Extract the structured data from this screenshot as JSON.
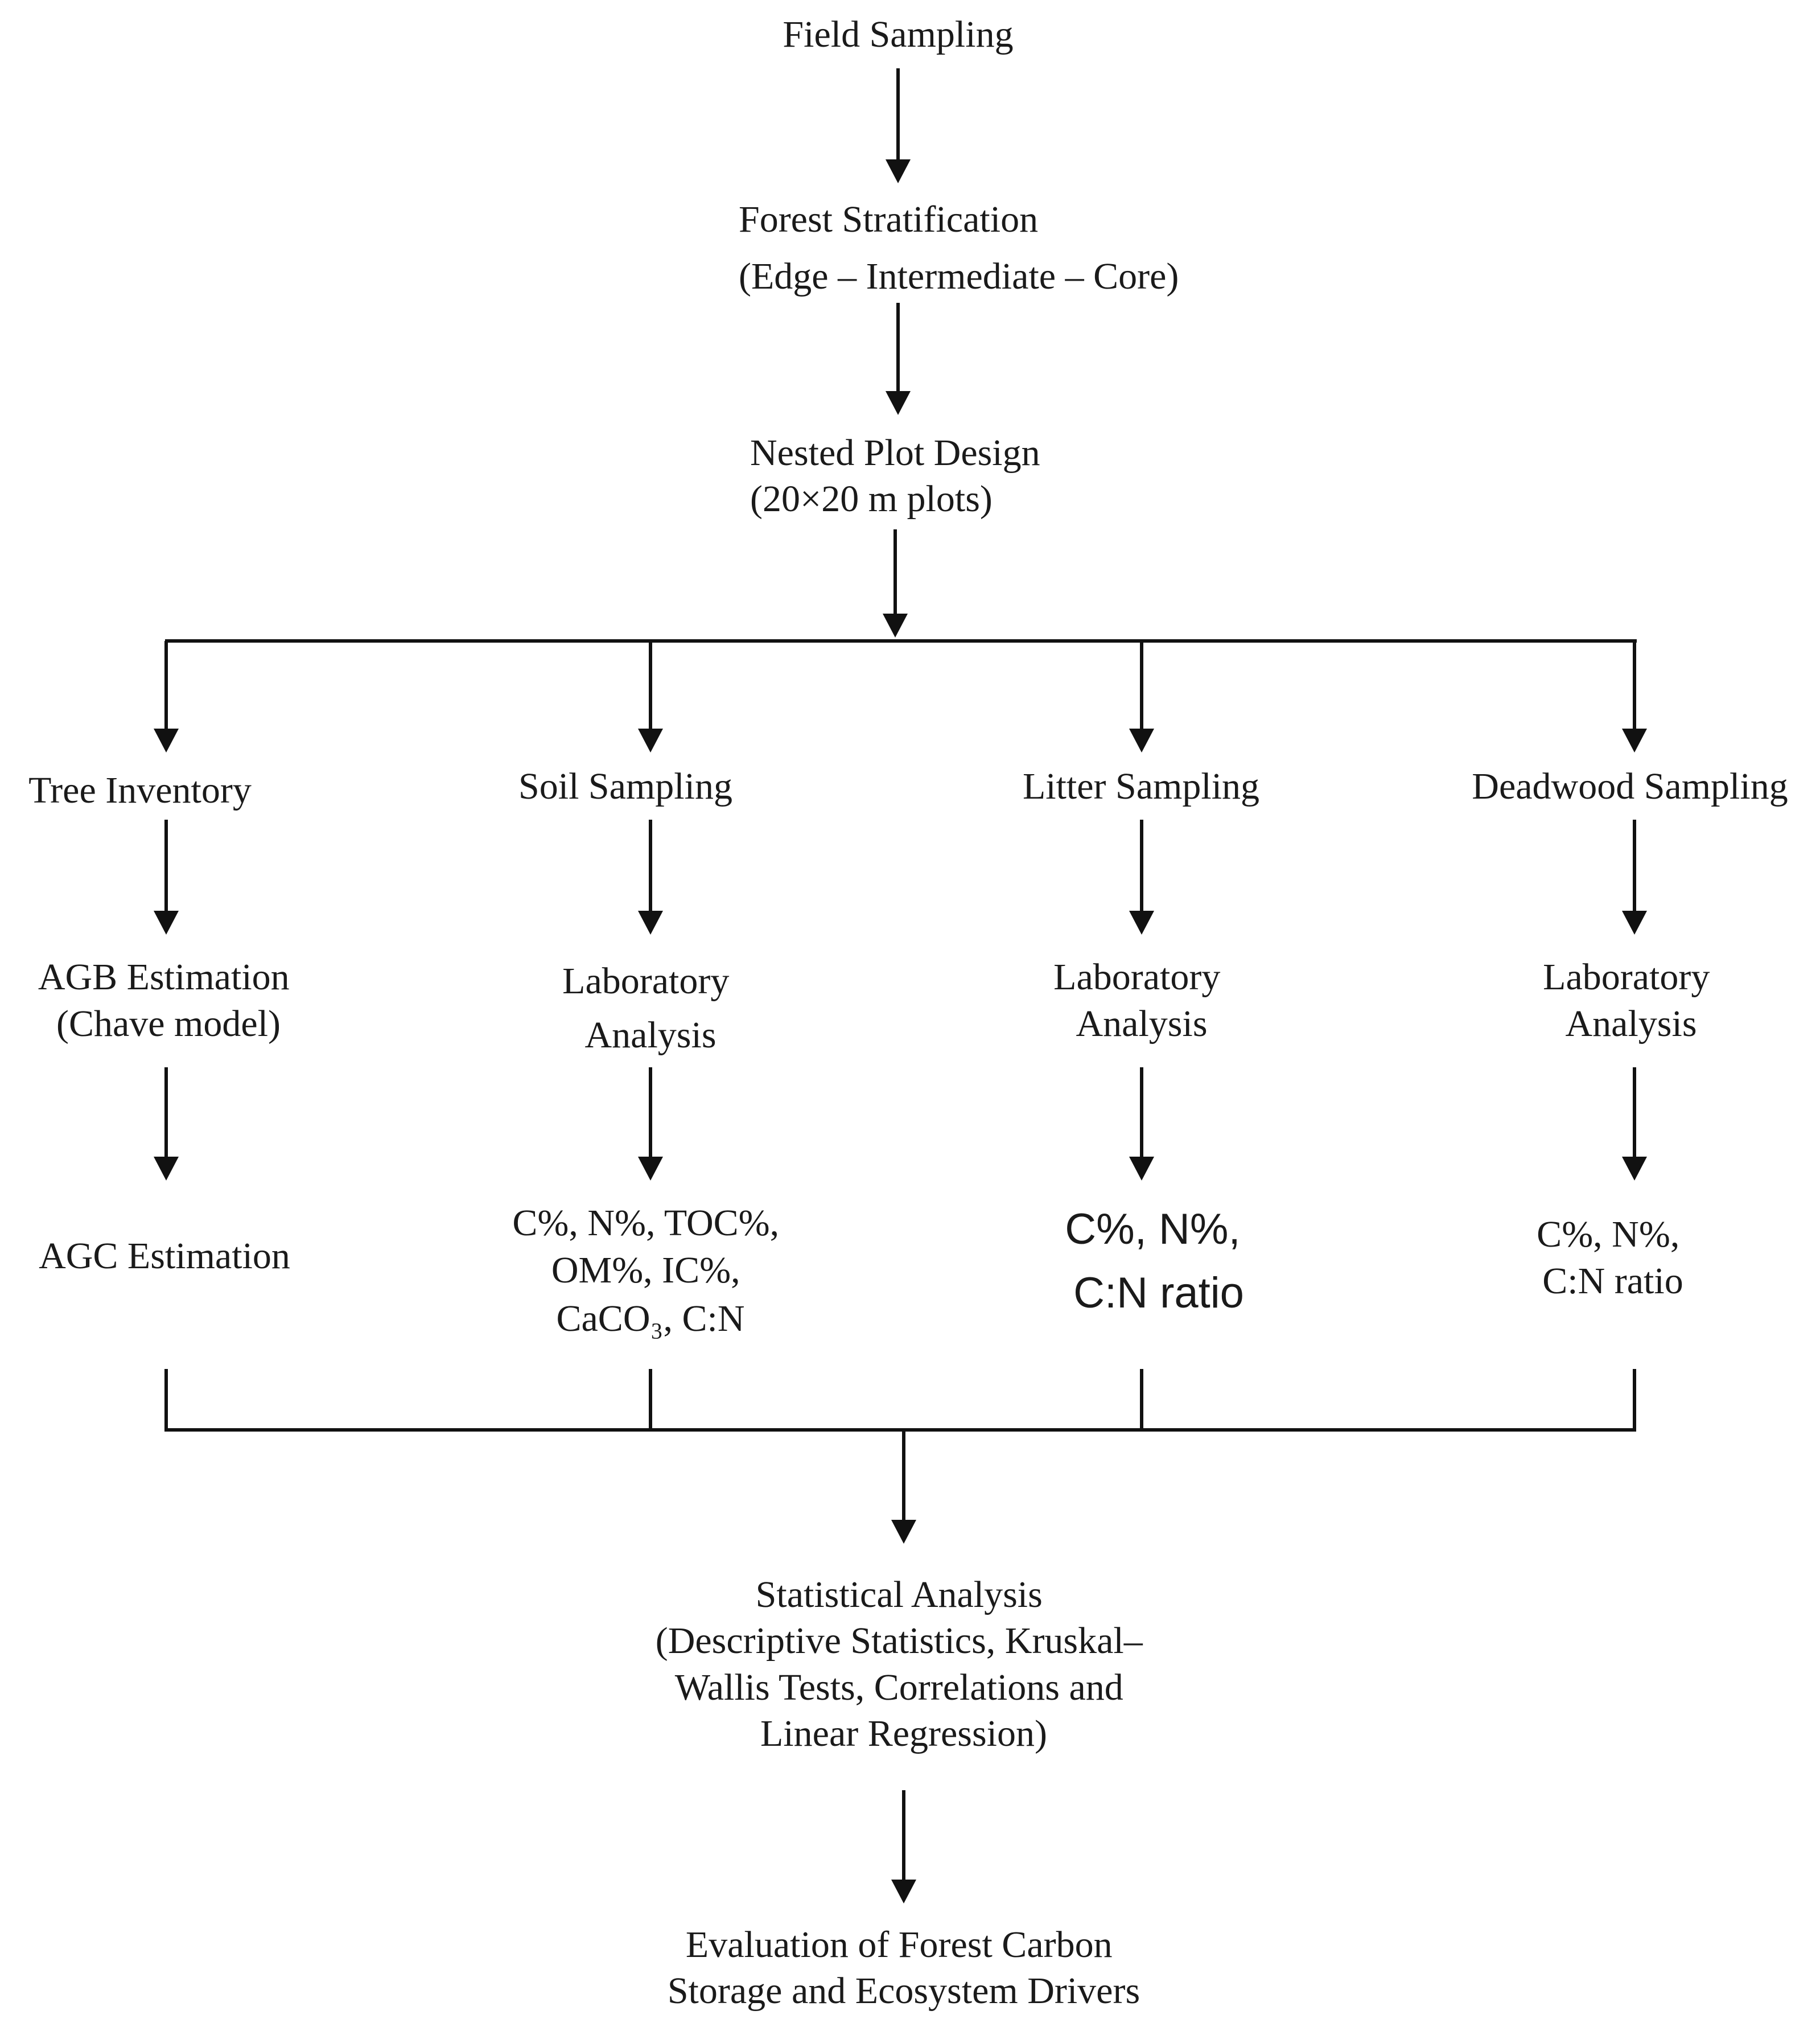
{
  "nodes": {
    "field_sampling": [
      "Field Sampling"
    ],
    "forest_stratification": [
      "Forest Stratification",
      "(Edge – Intermediate – Core)"
    ],
    "nested_plot": [
      "Nested Plot Design",
      "(20×20 m plots)"
    ],
    "tree_inventory": [
      "Tree Inventory"
    ],
    "soil_sampling": [
      "Soil Sampling"
    ],
    "litter_sampling": [
      "Litter Sampling"
    ],
    "deadwood_sampling": [
      "Deadwood Sampling"
    ],
    "agb_estimation": [
      "AGB Estimation",
      "(Chave model)"
    ],
    "soil_lab": [
      "Laboratory",
      "Analysis"
    ],
    "litter_lab": [
      "Laboratory",
      "Analysis"
    ],
    "deadwood_lab": [
      "Laboratory",
      "Analysis"
    ],
    "agc_estimation": [
      "AGC Estimation"
    ],
    "soil_params": [
      "C%, N%, TOC%,",
      "OM%, IC%,",
      "CaCO₃, C:N"
    ],
    "litter_params": [
      "C%, N%,",
      "C:N ratio"
    ],
    "deadwood_params": [
      "C%, N%,",
      "C:N ratio"
    ],
    "statistical_analysis": [
      "Statistical Analysis",
      "(Descriptive Statistics, Kruskal–",
      "Wallis Tests, Correlations and",
      "Linear Regression)"
    ],
    "evaluation": [
      "Evaluation of Forest Carbon",
      "Storage and Ecosystem Drivers"
    ]
  }
}
